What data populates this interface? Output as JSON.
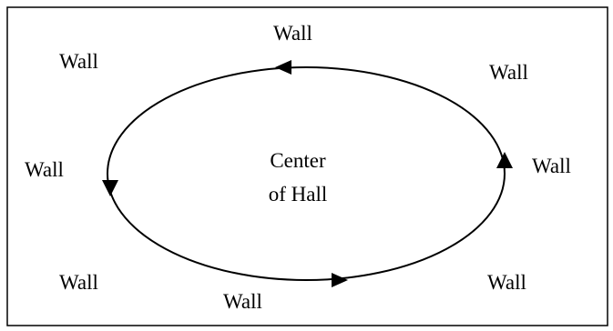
{
  "diagram": {
    "wall_labels": {
      "top": "Wall",
      "top_left": "Wall",
      "top_right": "Wall",
      "left": "Wall",
      "right": "Wall",
      "bottom_left": "Wall",
      "bottom": "Wall",
      "bottom_right": "Wall"
    },
    "center_label": {
      "line1": "Center",
      "line2": "of Hall"
    },
    "flow_direction": "counterclockwise",
    "colors": {
      "stroke": "#000000",
      "background": "#ffffff"
    }
  }
}
